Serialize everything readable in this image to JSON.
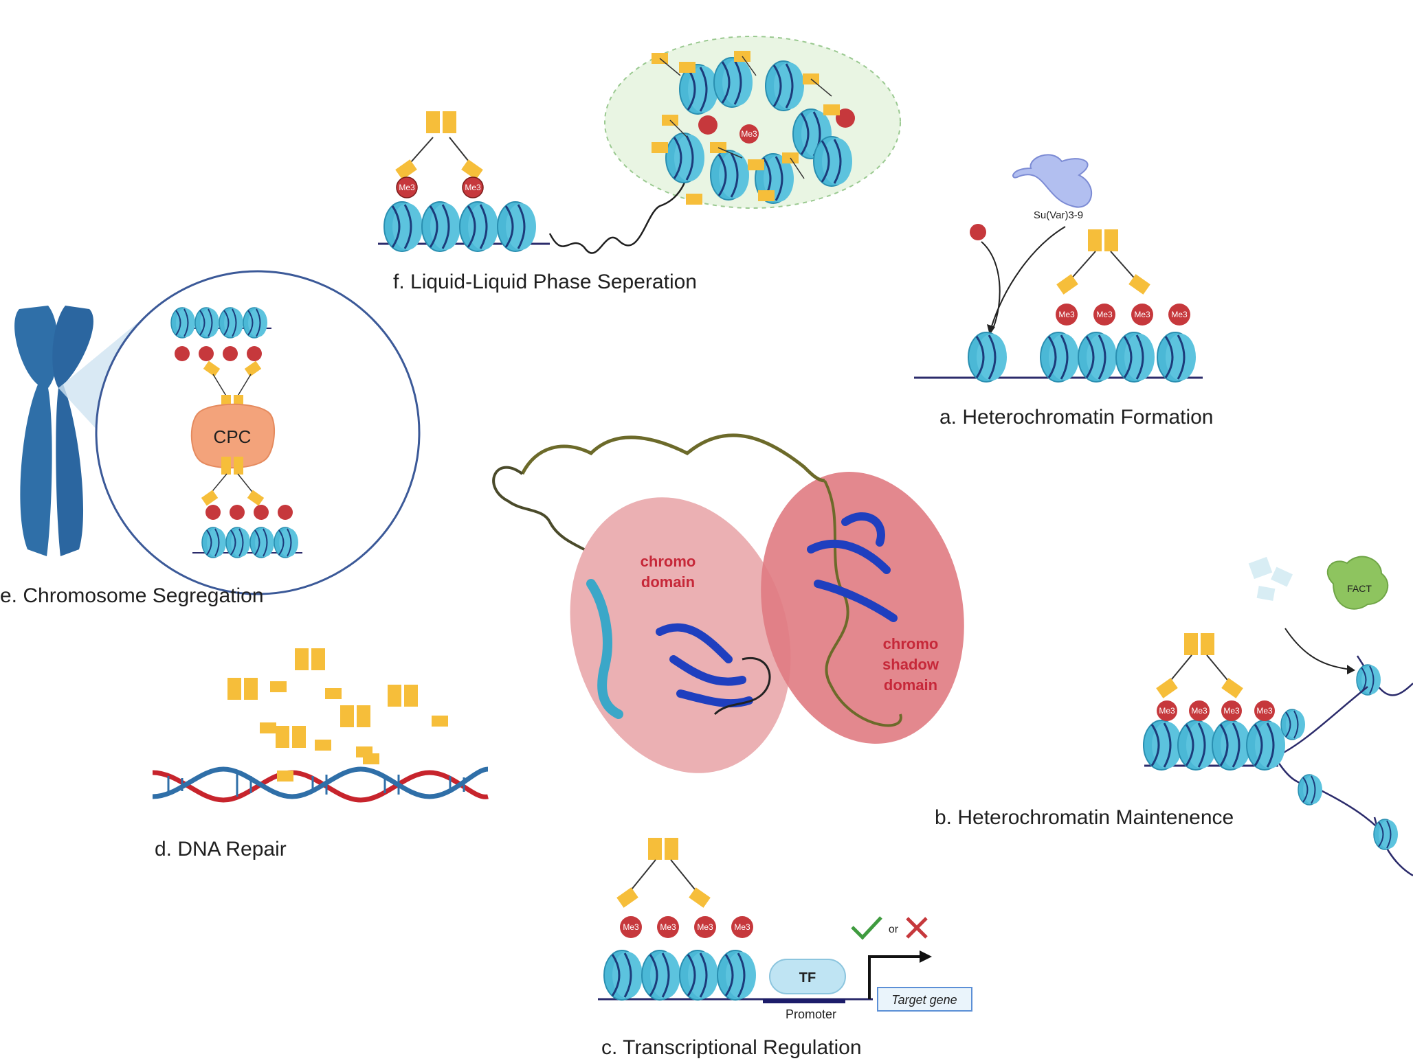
{
  "captions": {
    "a": "a. Heterochromatin Formation",
    "b": "b. Heterochromatin Maintenence",
    "c": "c. Transcriptional Regulation",
    "d": "d. DNA Repair",
    "e": "e. Chromosome Segregation",
    "f": "f. Liquid-Liquid Phase Seperation"
  },
  "labels": {
    "me3": "Me3",
    "suvar": "Su(Var)3-9",
    "cpc": "CPC",
    "fact": "FACT",
    "tf": "TF",
    "promoter": "Promoter",
    "target_gene": "Target gene",
    "or": "or",
    "chromo_1": "chromo",
    "chromo_2": "domain",
    "shadow_1": "chromo",
    "shadow_2": "shadow",
    "shadow_3": "domain"
  },
  "colors": {
    "nucleosome": "#4bb8d6",
    "nucleosome_dark": "#2a8fb1",
    "me3": "#c6383c",
    "hp1": "#f6be3a",
    "dna": "#2b2b6b",
    "llps": "#e9f5e3",
    "chromo_domain": "#e8a2a6",
    "shadow_domain": "#e07b82",
    "protein": "#1f3fbf"
  }
}
